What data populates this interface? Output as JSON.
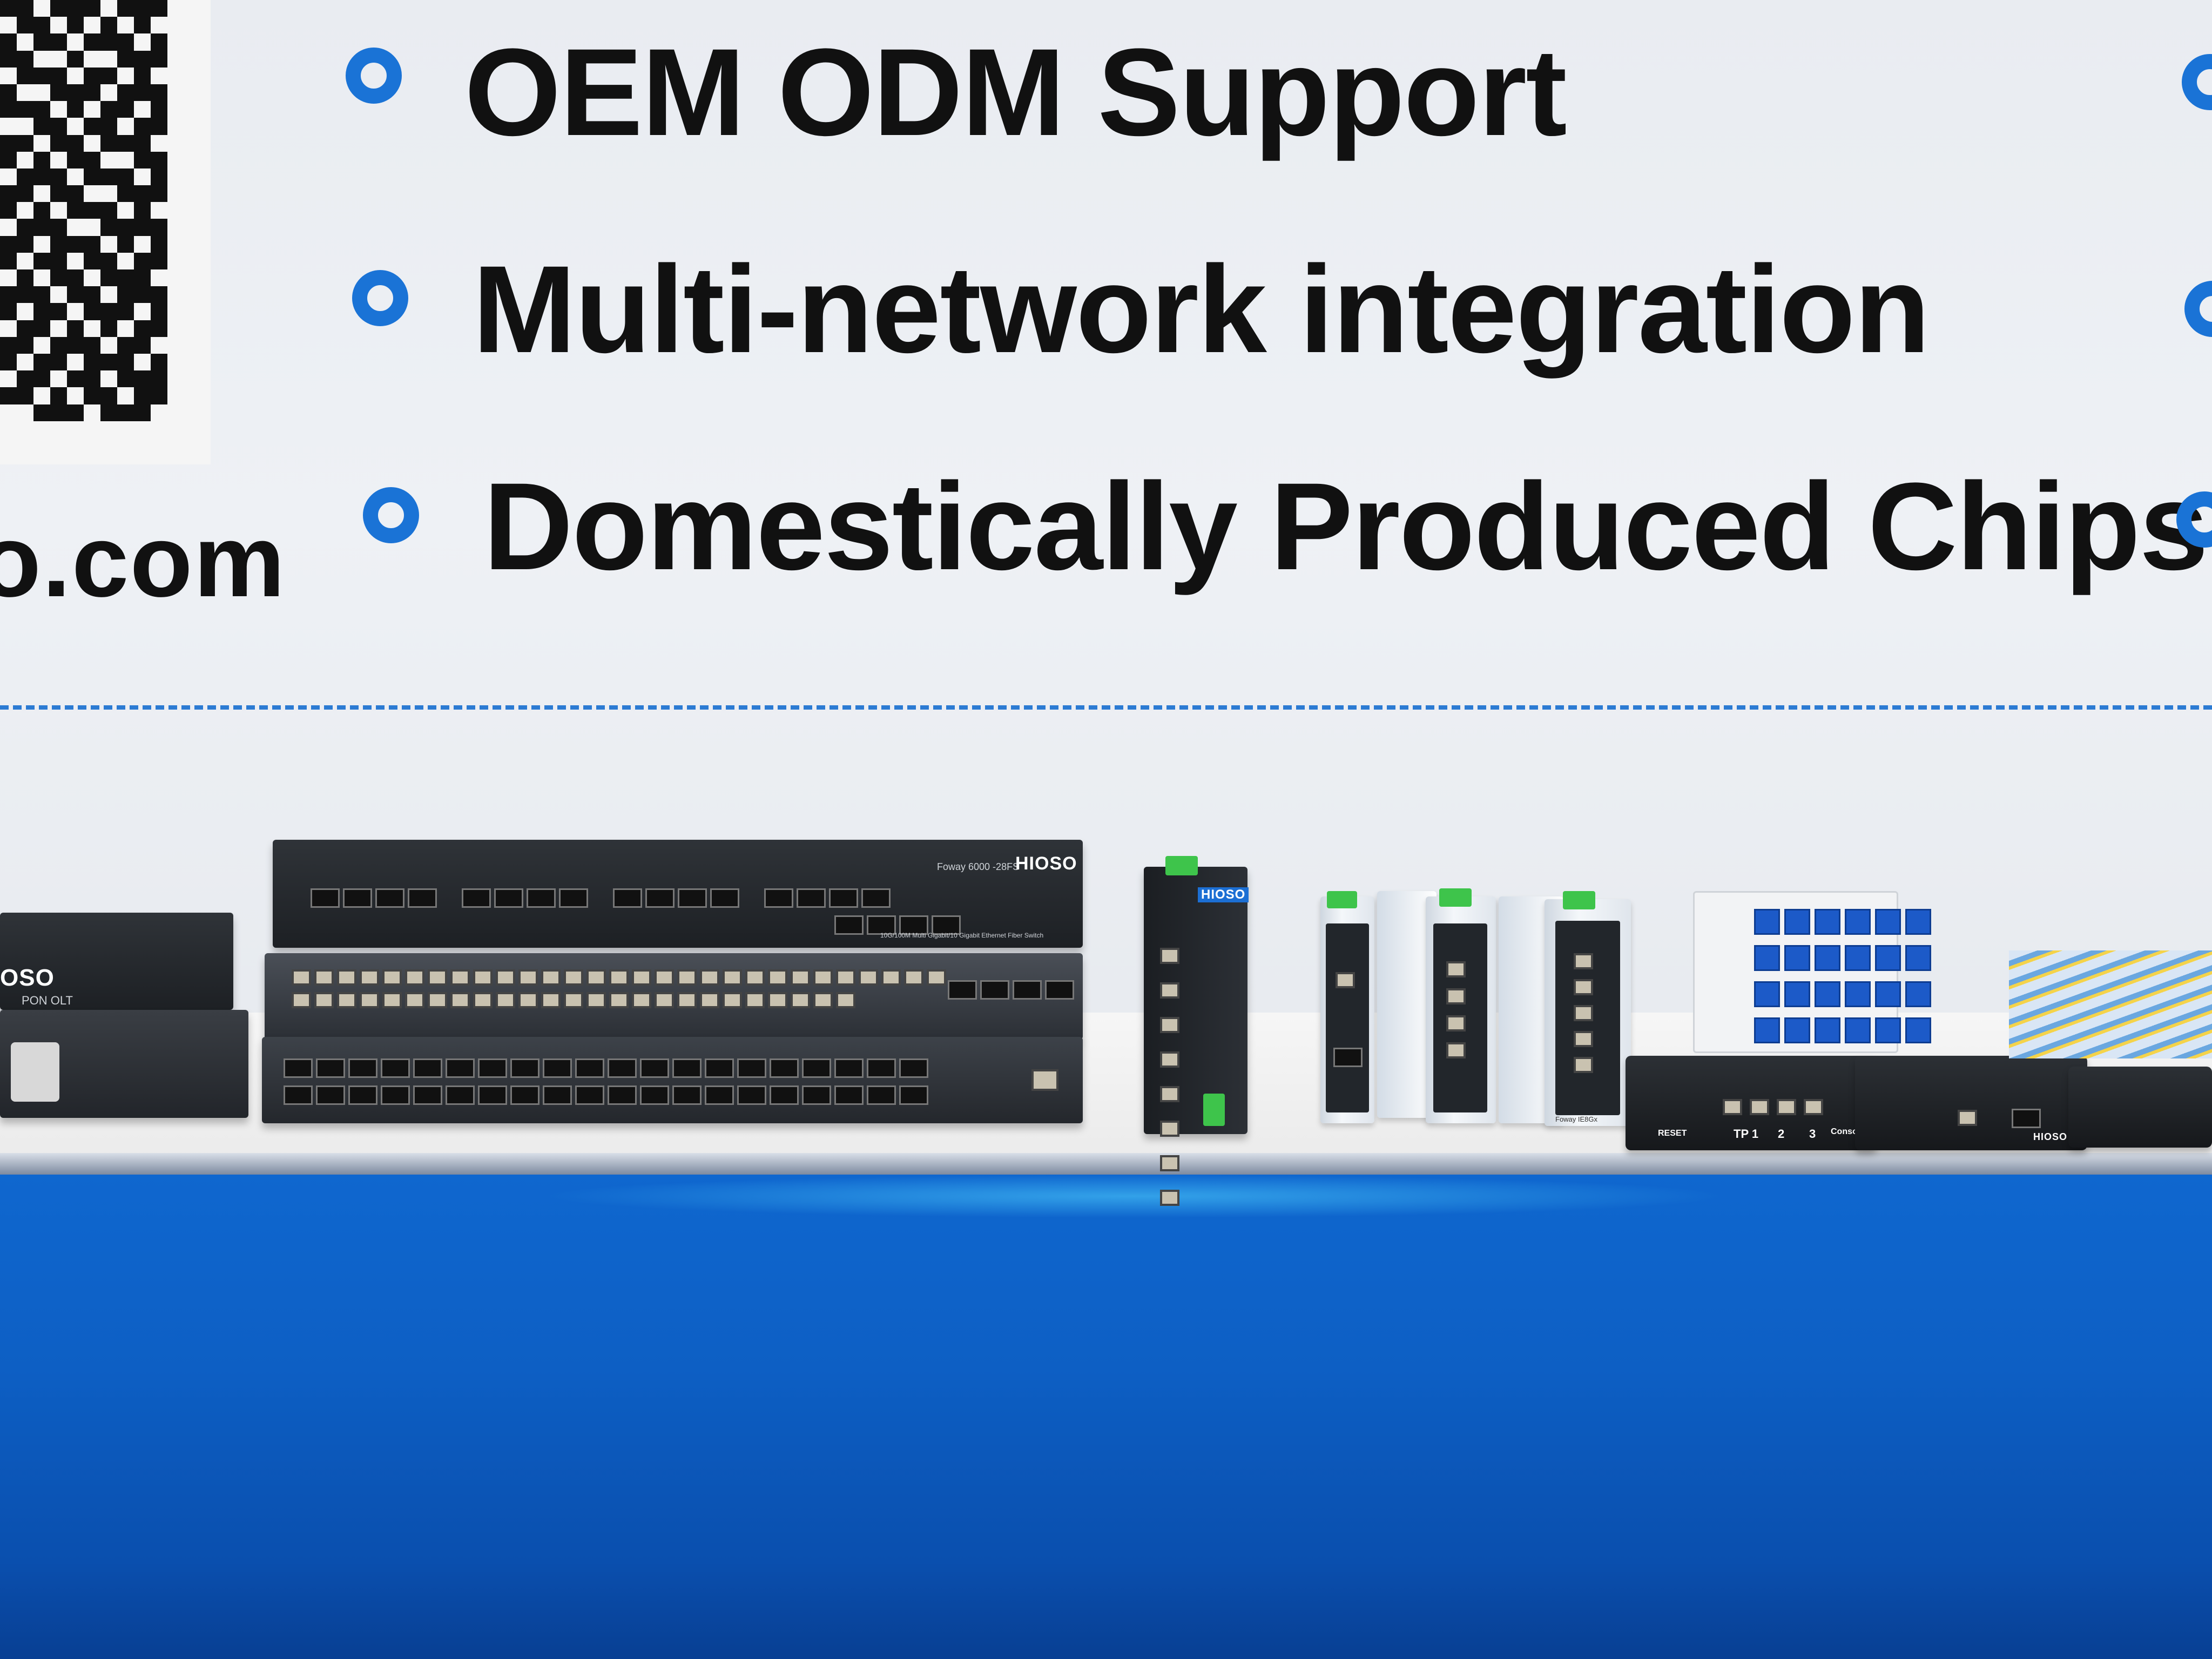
{
  "backdrop": {
    "url_fragment": "o.com",
    "slogans": [
      "OEM ODM Support",
      "Multi-network integration",
      "Domestically Produced Chips"
    ],
    "accent_color": "#1a73d6"
  },
  "devices": {
    "brand": "HIOSO",
    "left_olt_brand": "OSO",
    "left_olt_label": "PON OLT",
    "switch_model": "Foway 6000 -28FS",
    "switch_caption": "10G/100M Multi Gigabit/10 Gigabit Ethernet Fiber Switch",
    "din_model": "Foway IE8Gx",
    "mini_ports": [
      "TP 1",
      "2",
      "3",
      "Console"
    ],
    "mini_reset": "RESET"
  },
  "colors": {
    "counter_blue": "#0d5fc4",
    "dash_blue": "#2c7bd3",
    "device_dark": "#1d2024",
    "terminal_green": "#3ec44b"
  }
}
